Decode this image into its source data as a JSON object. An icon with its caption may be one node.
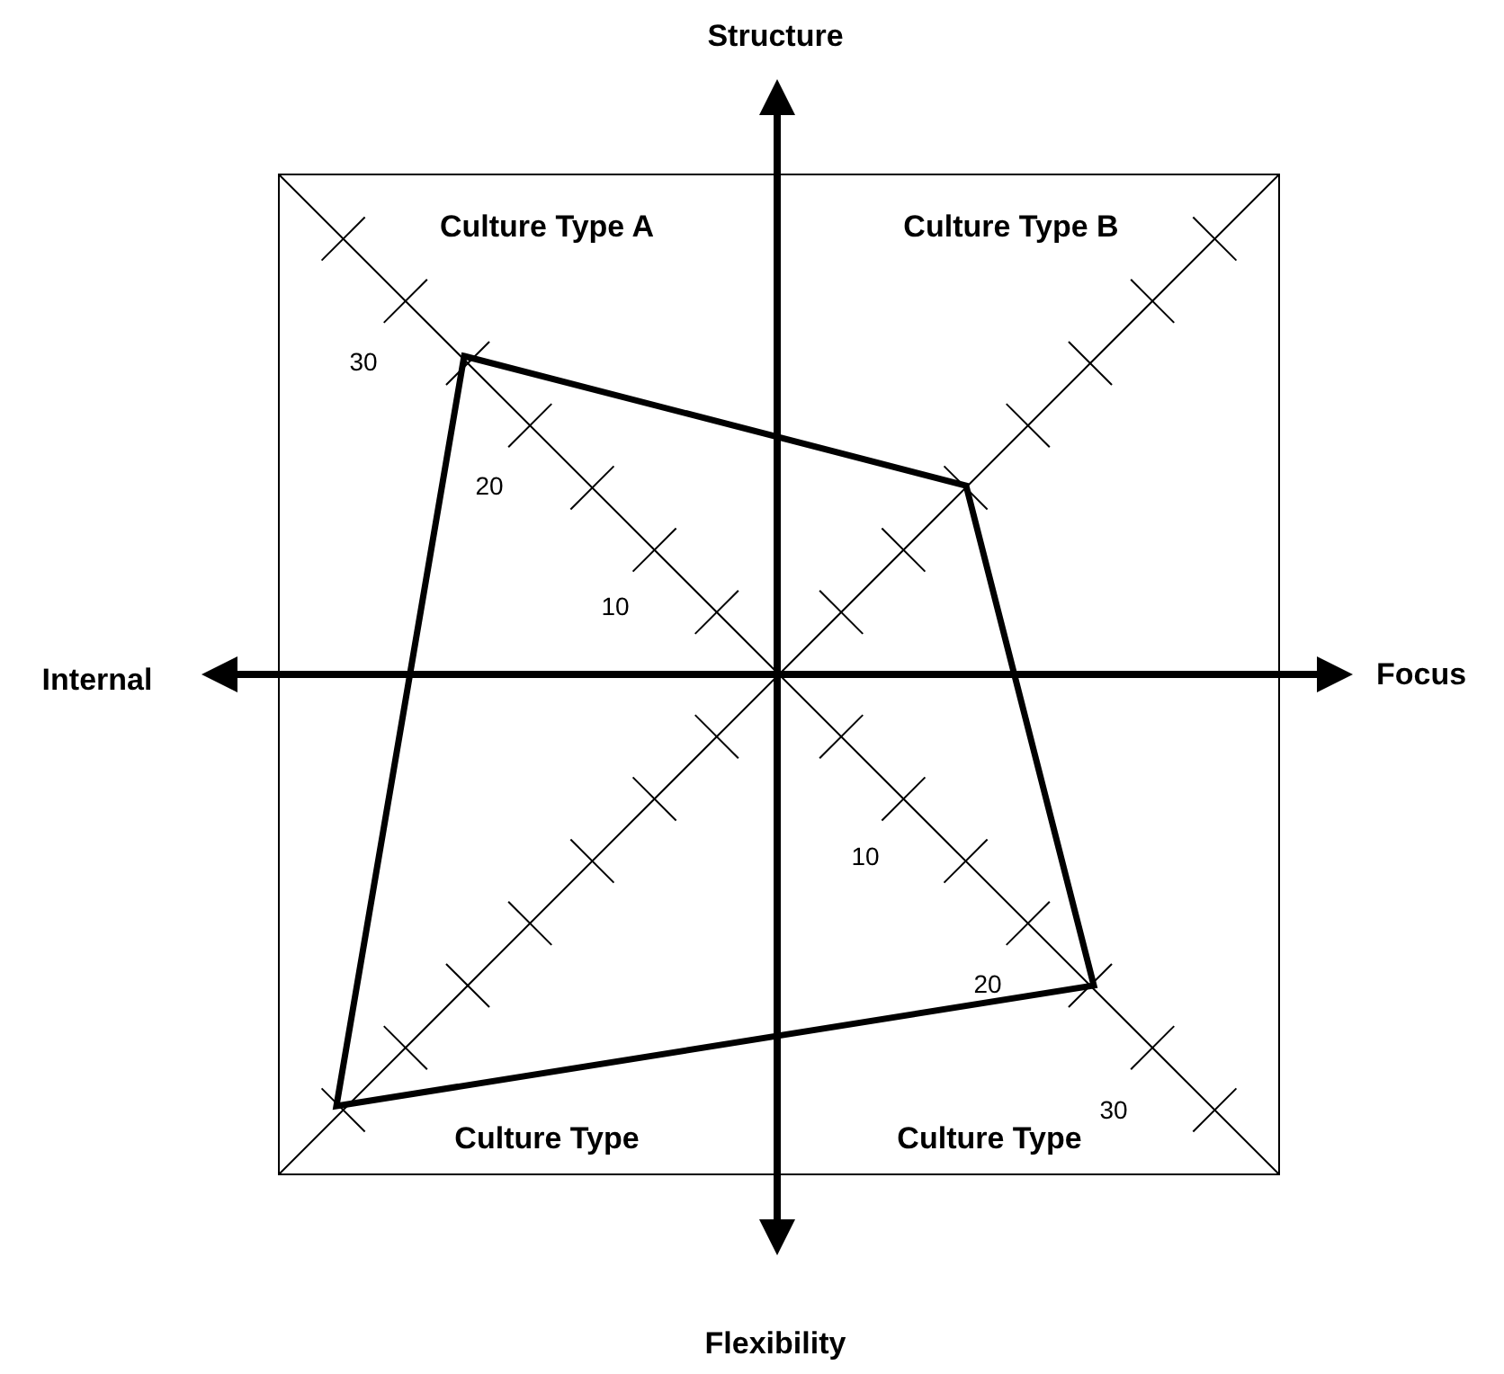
{
  "diagram": {
    "labels": [
      "Structure",
      "Culture Type A",
      "Culture Type B",
      "30",
      "20",
      "10",
      "Internal",
      "Focus",
      "10",
      "20",
      "30",
      "Culture Type",
      "Culture Type",
      "Flexibility"
    ]
  }
}
